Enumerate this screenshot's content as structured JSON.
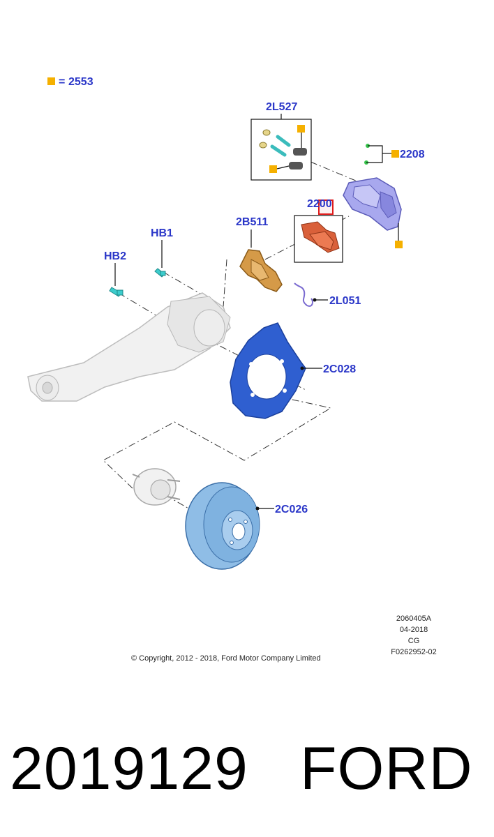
{
  "legend": {
    "symbol_color": "#f5b000",
    "equals": "=",
    "value": "2553"
  },
  "callouts": {
    "caliper_pins_kit": "2L527",
    "caliper": "2208",
    "brake_pads": "2200",
    "caliper_bracket": "2B511",
    "bolt_hb1": "HB1",
    "bolt_hb2": "HB2",
    "brake_hose_clip": "2L051",
    "splash_shield": "2C028",
    "brake_disc": "2C026"
  },
  "drawing_info": {
    "line1": "2060405A",
    "line2": "04-2018",
    "line3": "CG",
    "line4": "F0262952-02"
  },
  "copyright": "© Copyright, 2012 - 2018, Ford Motor Company Limited",
  "footer": {
    "part_number": "2019129",
    "brand": "FORD"
  },
  "colors": {
    "label_blue": "#2a36c8",
    "marker_orange": "#f5b000",
    "highlight_red": "#e01b1b",
    "shield_blue": "#2f5fd0",
    "disc_blue": "#7fb2e0",
    "caliper_lavender": "#9b9be6",
    "bracket_tan": "#c98a3a",
    "pad_orange": "#d9603a",
    "bolt_teal": "#2ec9c9"
  }
}
